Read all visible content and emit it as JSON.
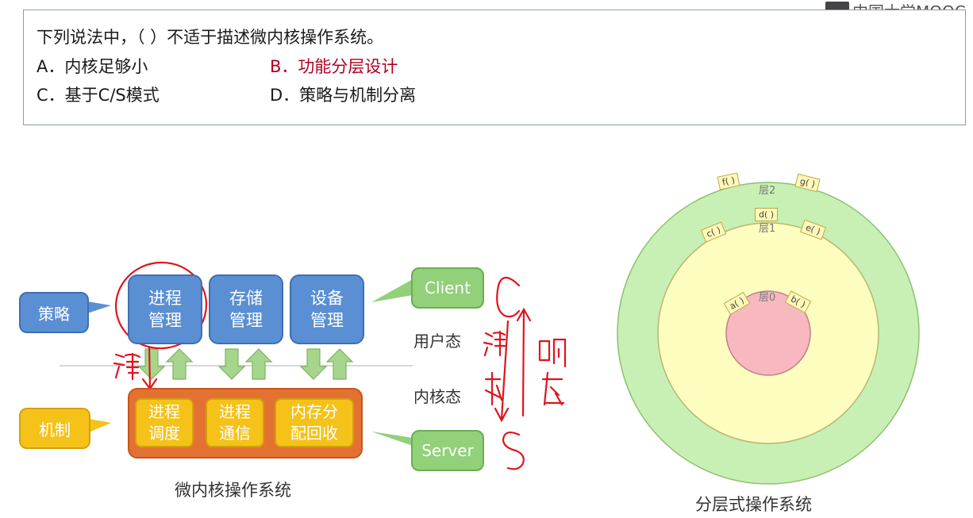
{
  "question": {
    "stem": "下列说法中，（ ）不适于描述微内核操作系统。",
    "option_a": "A．内核足够小",
    "option_b": "B．功能分层设计",
    "option_c": "C．基于C/S模式",
    "option_d": "D．策略与机制分离"
  },
  "watermark": "中国大学MOOC",
  "microkernel": {
    "policy_label": "策略",
    "mechanism_label": "机制",
    "managers": [
      "进程\n管理",
      "存储\n管理",
      "设备\n管理"
    ],
    "kernel_modules": [
      "进程\n调度",
      "进程\n通信",
      "内存分\n配回收"
    ],
    "client_label": "Client",
    "server_label": "Server",
    "user_mode": "用户态",
    "kernel_mode": "内核态",
    "caption": "微内核操作系统"
  },
  "layered": {
    "layer2": "层2",
    "layer1": "层1",
    "layer0": "层0",
    "funcs": {
      "f": "f( )",
      "g": "g( )",
      "d": "d( )",
      "c": "c( )",
      "e": "e( )",
      "a": "a( )",
      "b": "b( )"
    },
    "caption": "分层式操作系统"
  },
  "colors": {
    "red_option": "#b00020",
    "blue": "#5b8fd3",
    "yellow": "#f5c21a",
    "orange": "#e37232",
    "green": "#92d07a",
    "ring_outer": "#c8f0b4",
    "ring_mid": "#fdfdc0",
    "ring_inner": "#f8b8c0",
    "ink": "#e0141e"
  }
}
